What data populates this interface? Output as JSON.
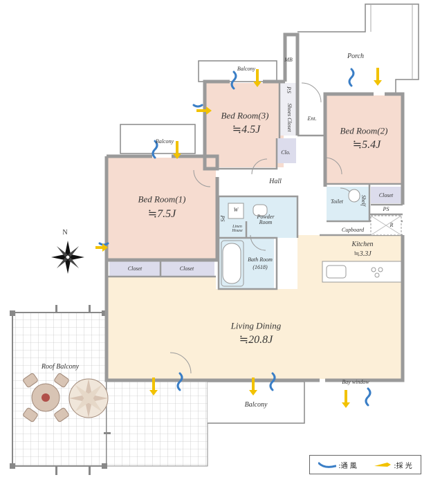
{
  "rooms": {
    "bed3": {
      "name": "Bed Room(3)",
      "size": "≒4.5J"
    },
    "bed2": {
      "name": "Bed Room(2)",
      "size": "≒5.4J"
    },
    "bed1": {
      "name": "Bed Room(1)",
      "size": "≒7.5J"
    },
    "living": {
      "name": "Living Dining",
      "size": "≒20.8J"
    },
    "kitchen": {
      "name": "Kitchen",
      "size": "≒3.3J"
    }
  },
  "labels": {
    "porch": "Porch",
    "balcony_top": "Balcony",
    "balcony_left": "Balcony",
    "balcony_bottom": "Balcony",
    "mb": "MB",
    "ps_top": "P.S",
    "shoes_closet": "Shoes Closet",
    "ent": "Ent.",
    "clo": "Clo.",
    "hall": "Hall",
    "toilet": "Toilet",
    "shelf": "Shelf",
    "closet_right": "Closet",
    "ps_right": "PS",
    "cupboard": "Cupboard",
    "r": "R",
    "w": "W",
    "ps_mid": "PS",
    "powder_room": "Powder Room",
    "linen_house": "Linen House",
    "bath_room": "Bath Room",
    "bath_size": "(1618)",
    "closet_1": "Closet",
    "closet_2": "Closet",
    "roof_balcony": "Roof Balcony",
    "bay_window": "Bay window",
    "north": "N"
  },
  "legend": {
    "ventilation": ":通 風",
    "daylight": ":採 光"
  },
  "colors": {
    "bedroom": "#f6dcd0",
    "living": "#fcefd8",
    "wet": "#dcedf5",
    "closet": "#dcdcec",
    "wall": "#9a9a9a",
    "vent_arrow": "#3a7ec6",
    "light_arrow": "#f2c200"
  }
}
